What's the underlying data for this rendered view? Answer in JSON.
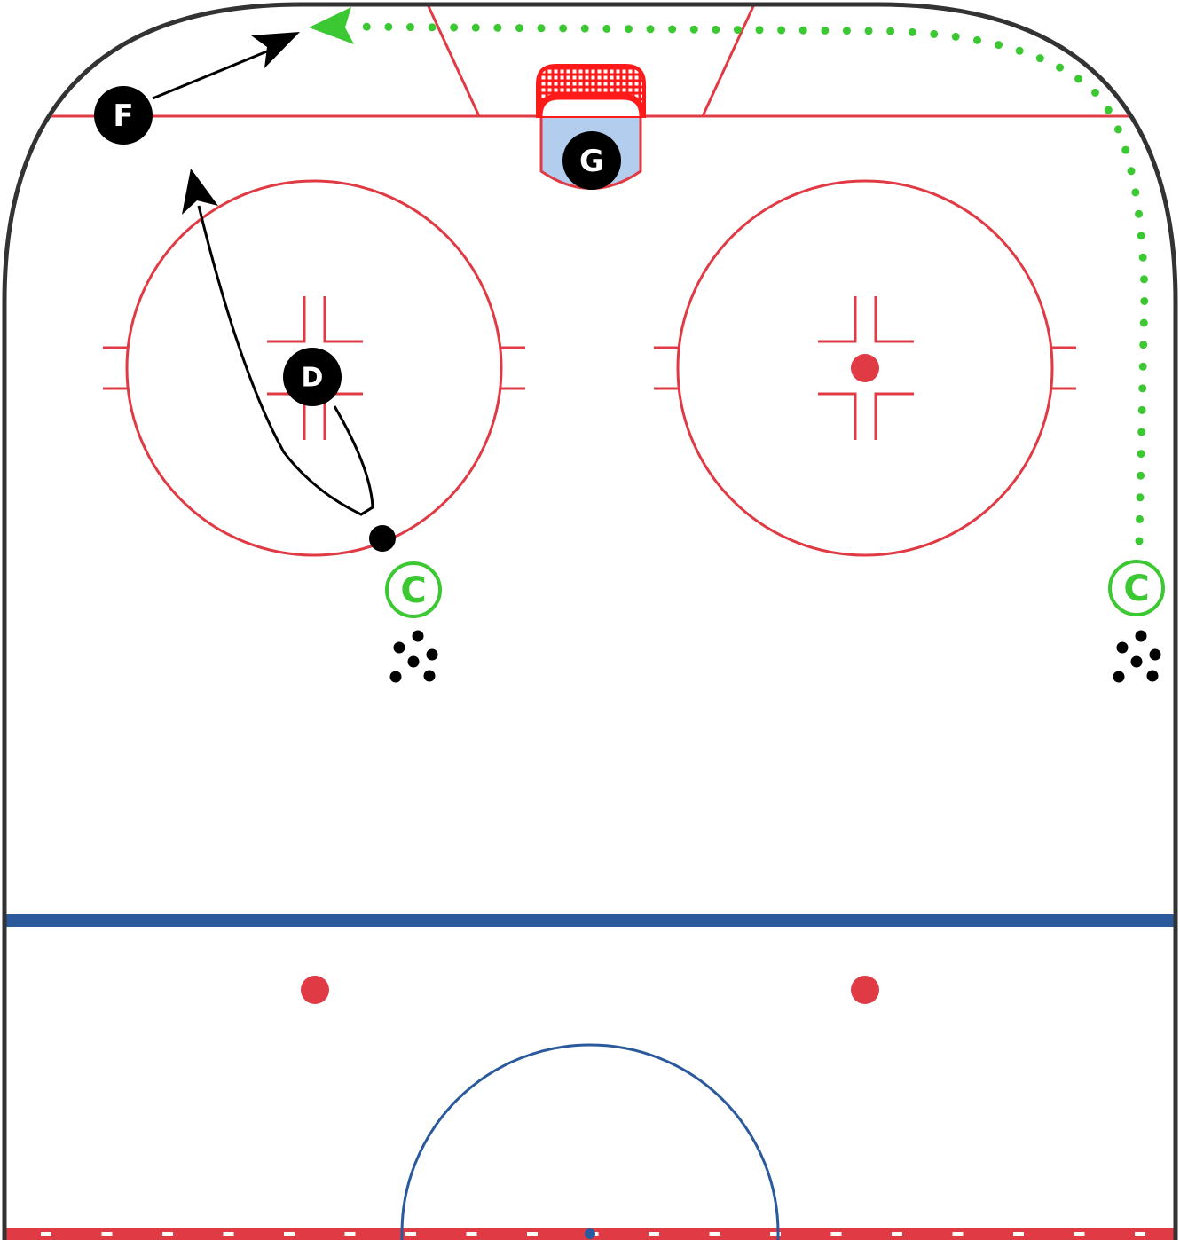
{
  "colors": {
    "board": "#333333",
    "red_line": "#e03a45",
    "blue_line": "#2a5a9c",
    "crease_fill": "#b3cdef",
    "net_red": "#ff1a1a",
    "player": "#000000",
    "coach": "#3cc832",
    "skate_path": "#000000",
    "pass_path": "#3cc832"
  },
  "players": {
    "forward": {
      "label": "F",
      "role": "forward"
    },
    "defense": {
      "label": "D",
      "role": "defenseman"
    },
    "goalie": {
      "label": "G",
      "role": "goalie"
    }
  },
  "coaches": {
    "left": {
      "label": "C"
    },
    "right": {
      "label": "C"
    }
  },
  "icons": {
    "net": "hockey-net-icon",
    "puck_pile": "puck-pile-icon",
    "puck": "puck-icon"
  },
  "paths": {
    "skate": "solid-arrow",
    "pass": "dotted-arrow"
  }
}
